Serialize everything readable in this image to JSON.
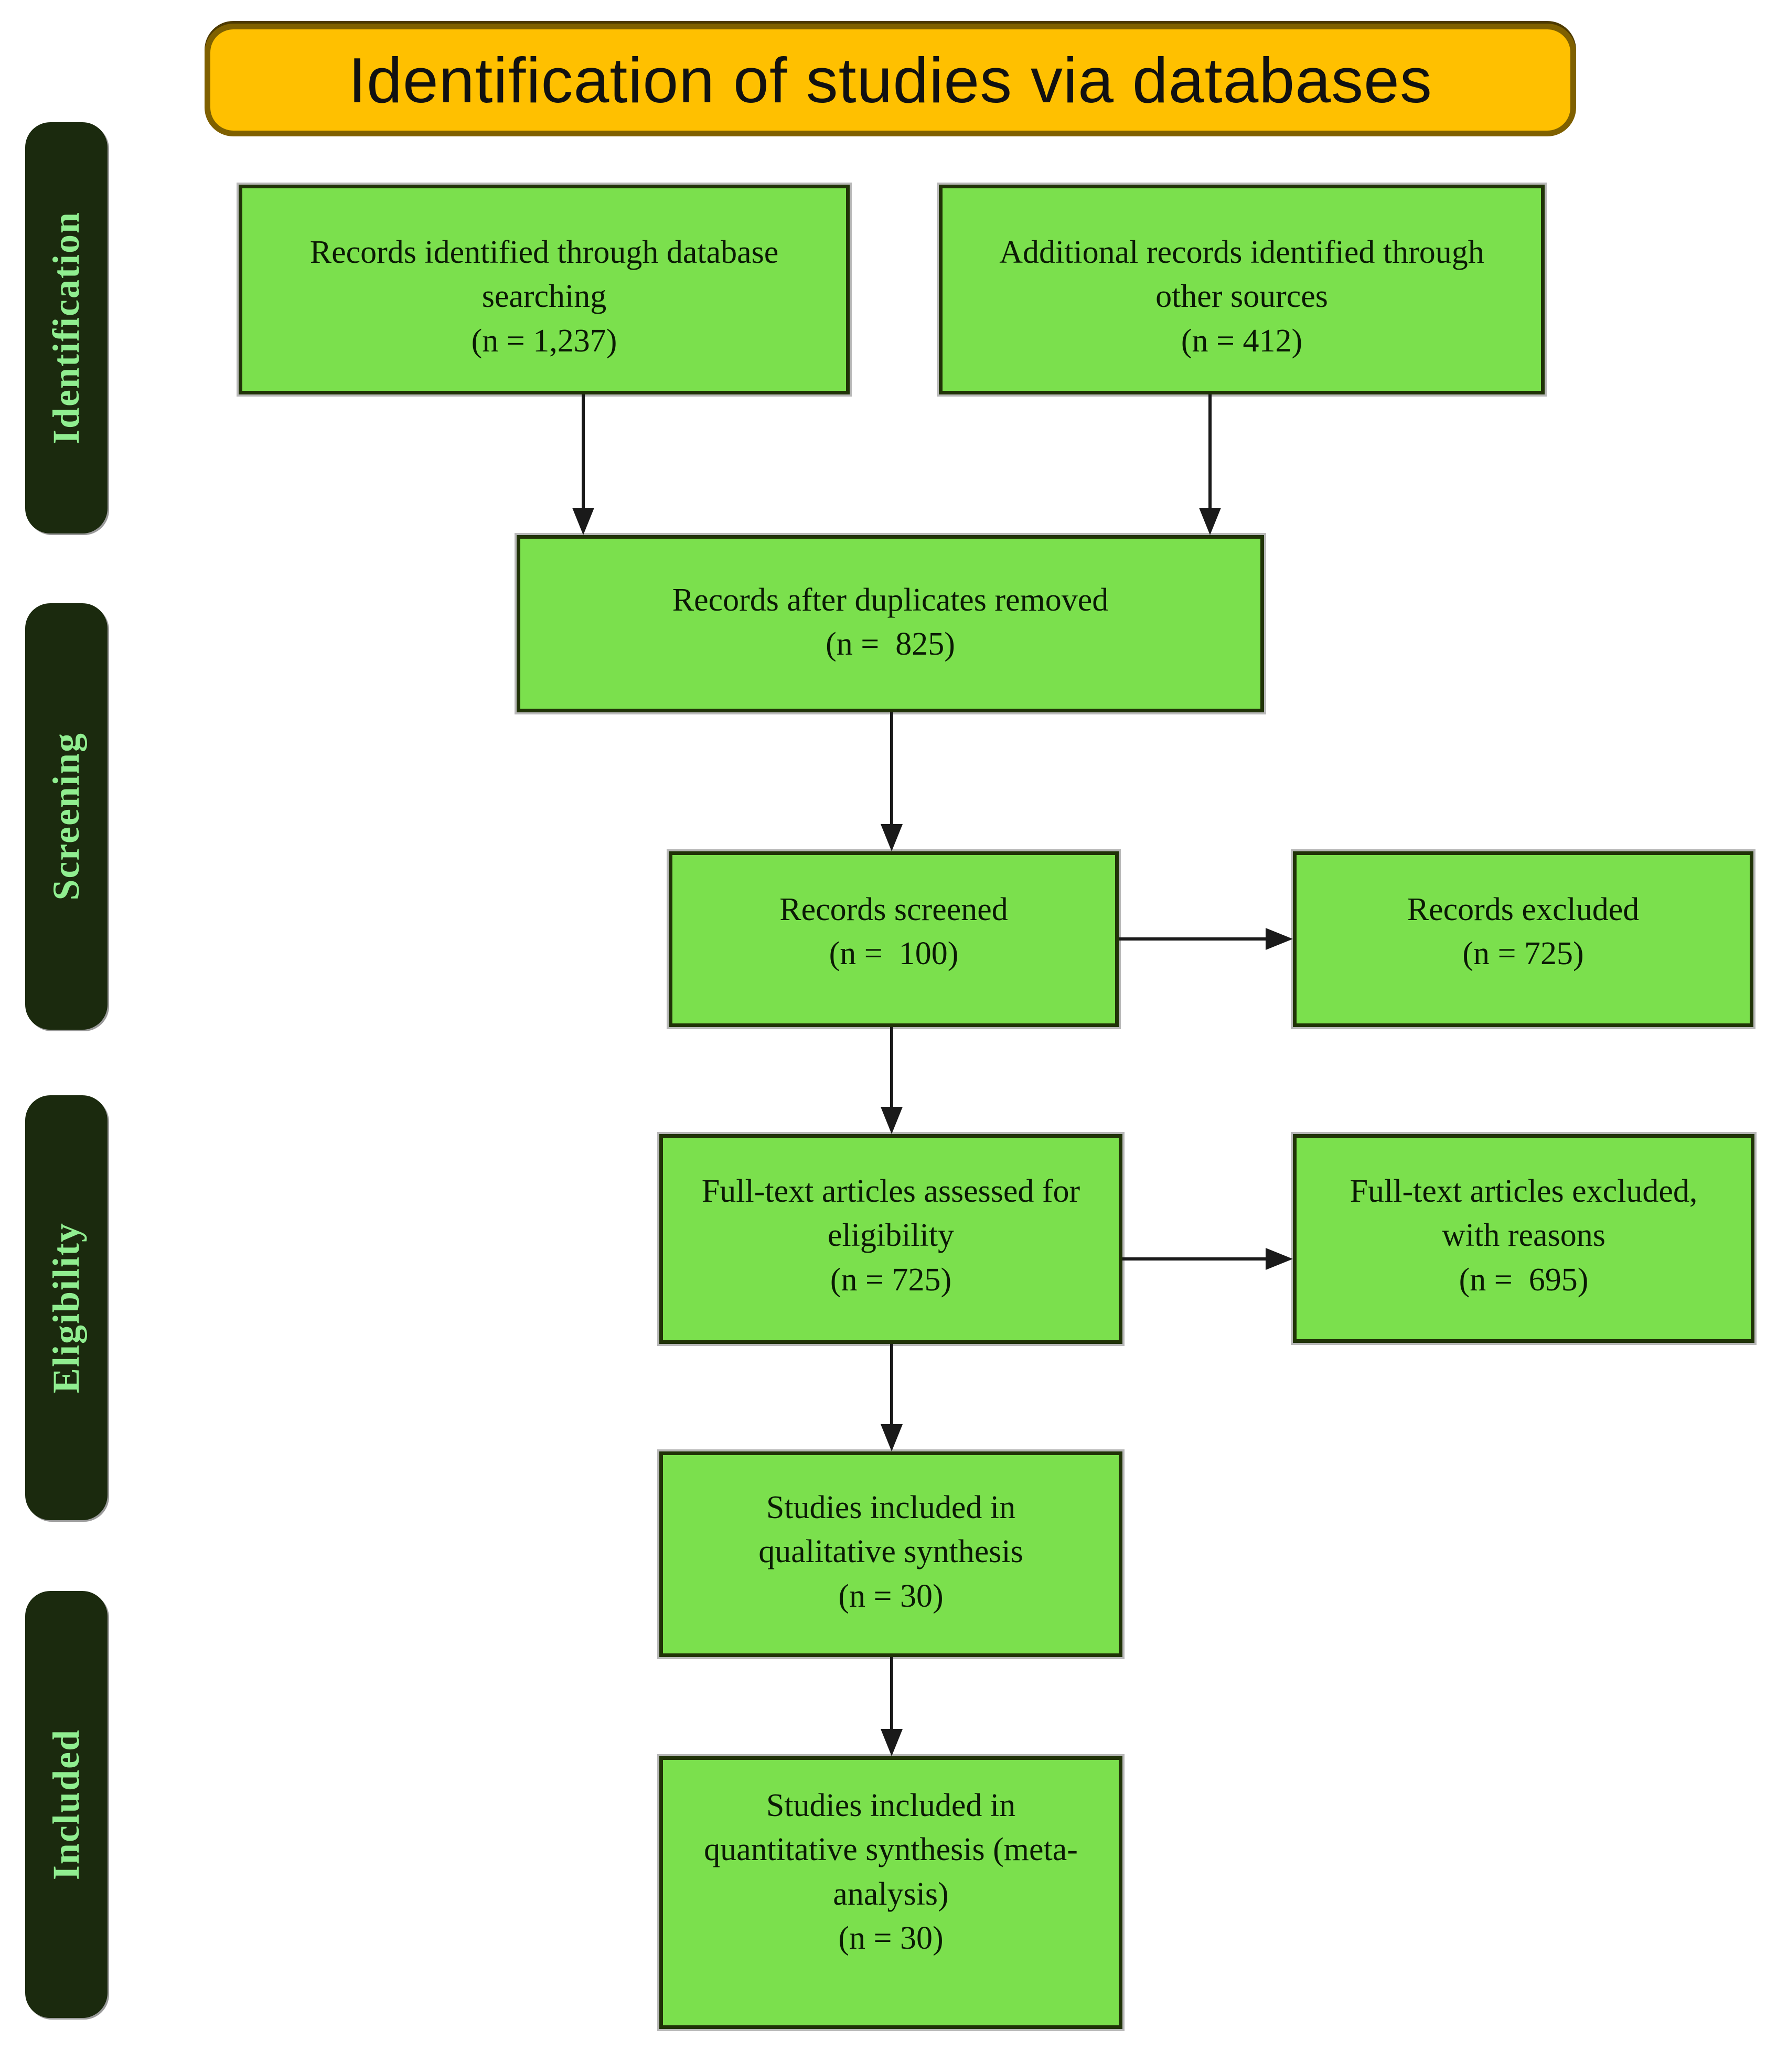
{
  "title": "Identification of studies via databases",
  "colors": {
    "banner_fill": "#FFC000",
    "banner_border": "#7F6000",
    "stage_fill": "#1B2A0E",
    "stage_text": "#90EE90",
    "box_fill": "#7BE04D",
    "box_border": "#203307",
    "arrow": "#1a1a1a",
    "page_background": "#FFFFFF"
  },
  "sidebar": {
    "items": [
      {
        "label": "Identification"
      },
      {
        "label": "Screening"
      },
      {
        "label": "Eligibility"
      },
      {
        "label": "Included"
      }
    ]
  },
  "boxes": {
    "records_identified": {
      "lines": [
        "Records identified through database",
        "searching",
        "(n = 1,237)"
      ],
      "count": "1,237"
    },
    "additional_records": {
      "lines": [
        "Additional records identified through",
        "other sources",
        "(n = 412)"
      ],
      "count": "412"
    },
    "duplicates_removed": {
      "lines": [
        "Records after duplicates removed",
        "(n =  825)"
      ],
      "count": "825"
    },
    "records_screened": {
      "lines": [
        "Records screened",
        "(n =  100)"
      ],
      "count": "100"
    },
    "records_excluded": {
      "lines": [
        "Records excluded",
        "(n = 725)"
      ],
      "count": "725"
    },
    "fulltext_assessed": {
      "lines": [
        "Full-text articles assessed for",
        "eligibility",
        "(n = 725)"
      ],
      "count": "725"
    },
    "fulltext_excluded": {
      "lines": [
        "Full-text articles excluded,",
        "with reasons",
        "(n =  695)"
      ],
      "count": "695"
    },
    "qualitative_included": {
      "lines": [
        "Studies included in",
        "qualitative synthesis",
        "(n = 30)"
      ],
      "count": "30"
    },
    "quantitative_included": {
      "lines": [
        "Studies included in",
        "quantitative synthesis (meta-",
        "analysis)",
        "(n = 30)"
      ],
      "count": "30"
    }
  }
}
